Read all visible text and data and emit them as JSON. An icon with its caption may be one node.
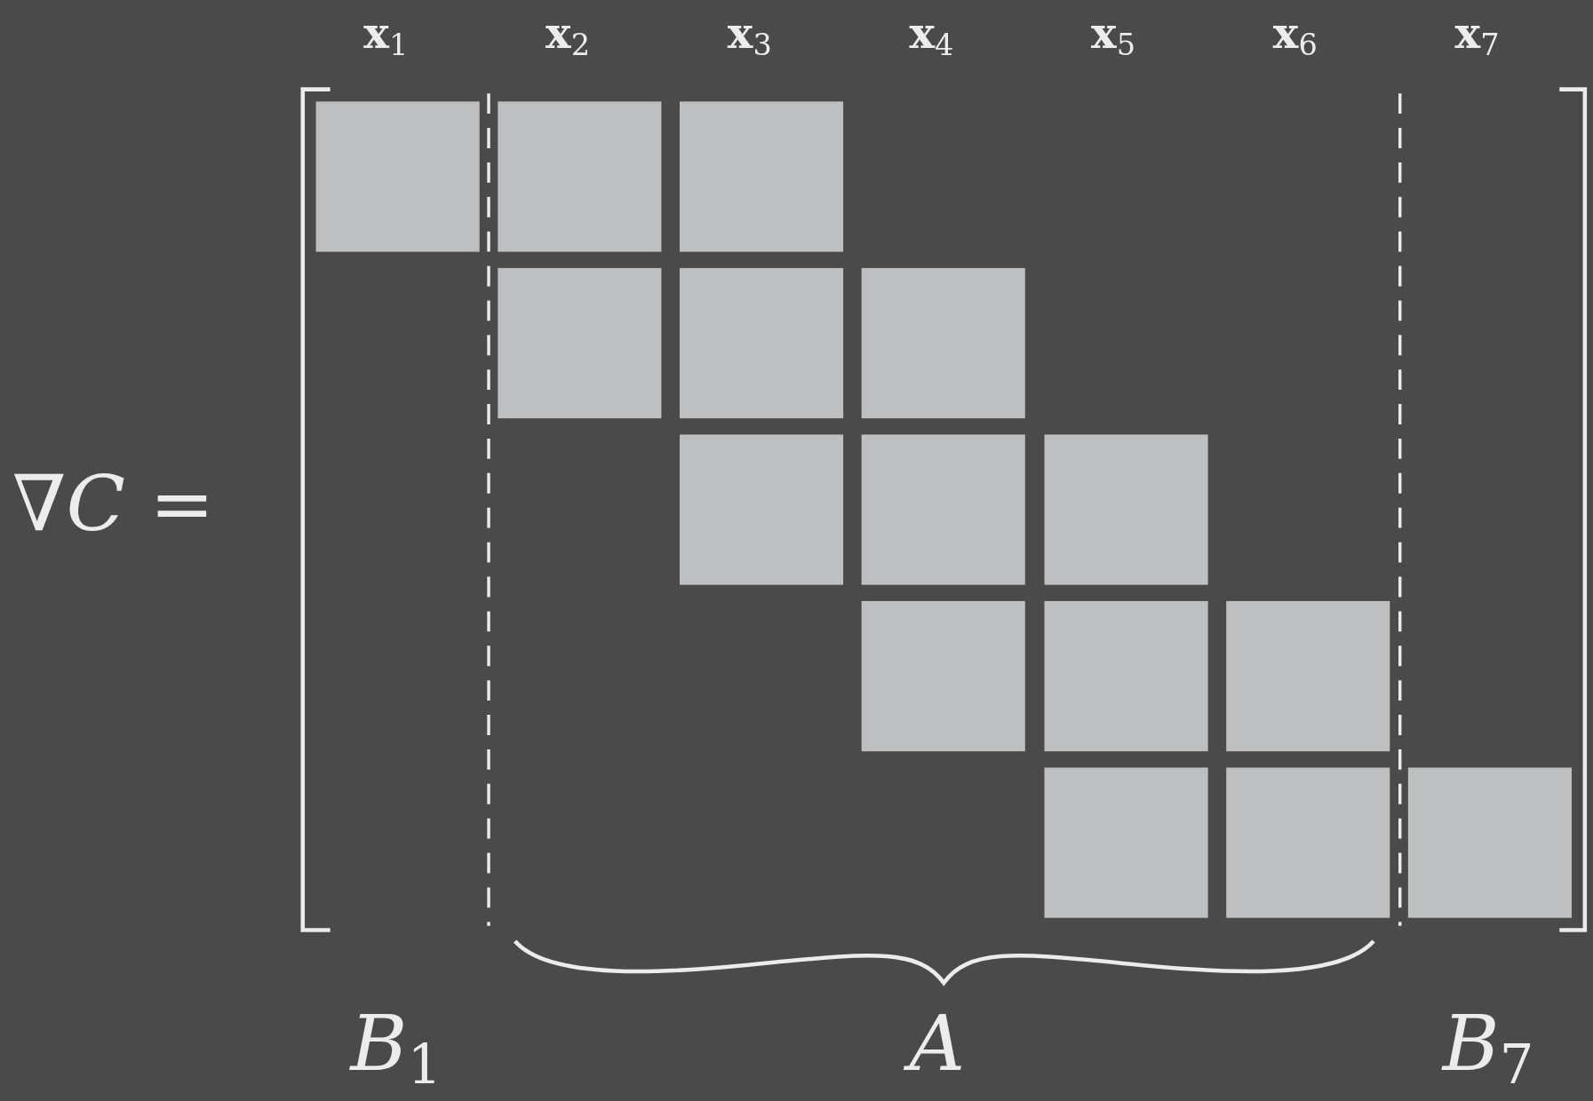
{
  "diagram": {
    "labels": [
      "x$_{1}$",
      "x$_{2}$",
      "x$_{3}$",
      "x$_{4}$",
      "x$_{5}$",
      "x$_{6}$",
      "x$_{7}$",
      "∇C =",
      "B$_{1}$",
      "A",
      "B$_{7}$"
    ]
  }
}
